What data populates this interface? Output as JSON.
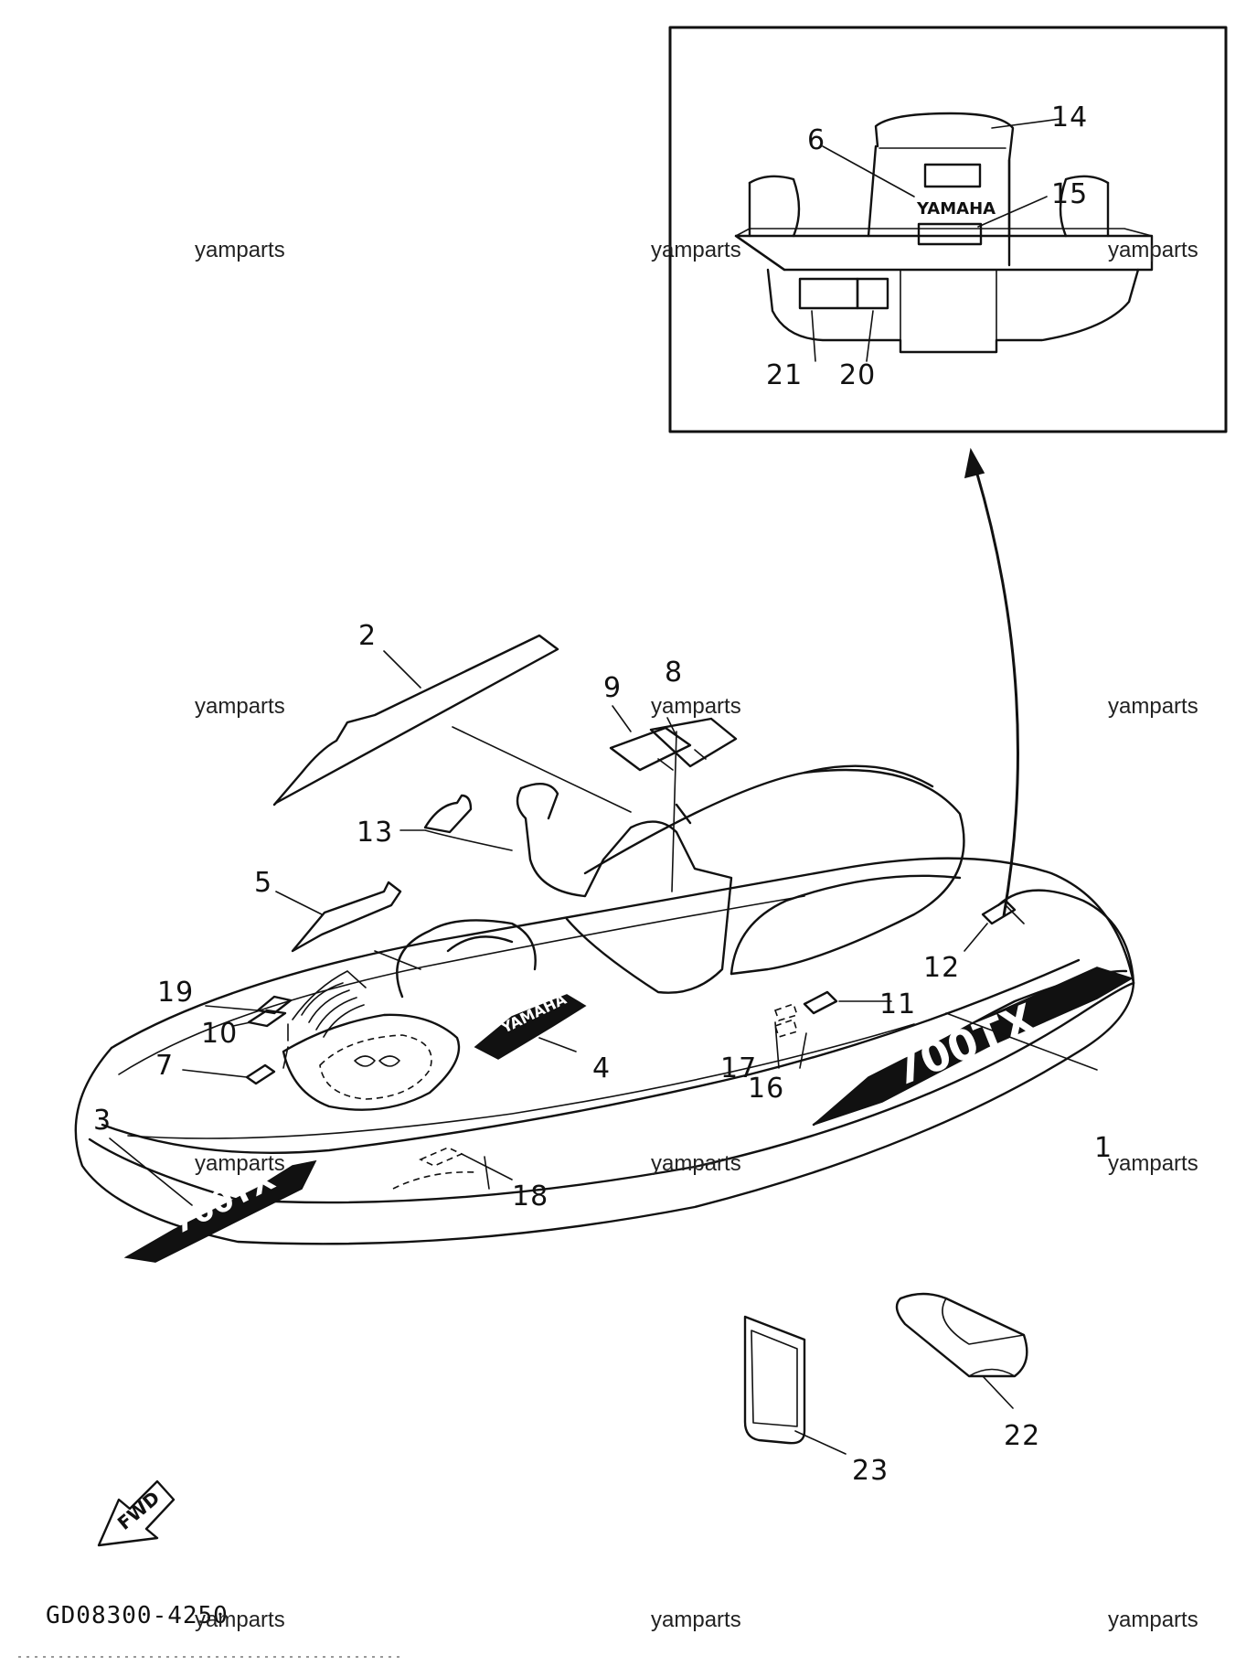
{
  "callouts": [
    "1",
    "2",
    "3",
    "4",
    "5",
    "6",
    "7",
    "8",
    "9",
    "10",
    "11",
    "12",
    "13",
    "14",
    "15",
    "16",
    "17",
    "18",
    "19",
    "20",
    "21",
    "22",
    "23"
  ],
  "brand_text": "YAMAHA",
  "model_badge": "700TX",
  "fwd_label": "FWD",
  "diagram_code": "GD08300-4250",
  "watermark": "yamparts",
  "colors": {
    "line": "#111111",
    "background": "#ffffff"
  }
}
